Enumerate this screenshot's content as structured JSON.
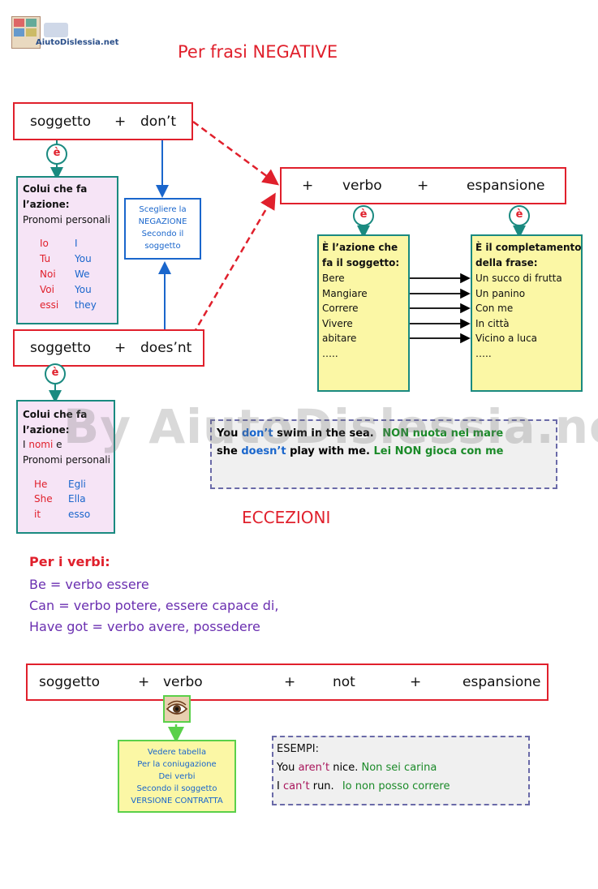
{
  "logo": {
    "text": "AiutoDislessia.net"
  },
  "title": "Per frasi NEGATIVE",
  "watermark": "By AiutoDislessia.net",
  "box1": {
    "soggetto": "soggetto",
    "plus": "+",
    "aux": "don’t"
  },
  "box2": {
    "soggetto": "soggetto",
    "plus": "+",
    "aux": "does’nt"
  },
  "box3": {
    "plus1": "+",
    "verbo": "verbo",
    "plus2": "+",
    "espansione": "espansione"
  },
  "e_marker": "è",
  "pronouns_box": {
    "heading1": "Colui che fa",
    "heading2": "l’azione:",
    "subheading": "Pronomi personali",
    "pairs": [
      [
        "Io",
        "I"
      ],
      [
        "Tu",
        "You"
      ],
      [
        "Noi",
        "We"
      ],
      [
        "Voi",
        "You"
      ],
      [
        "essi",
        "they"
      ]
    ]
  },
  "negation_note": {
    "lines": [
      "Scegliere la",
      "NEGAZIONE",
      "Secondo il",
      "soggetto"
    ]
  },
  "third_person_box": {
    "heading1": "Colui che fa",
    "heading2": "l’azione:",
    "line_prefix": "I ",
    "line_nomi": "nomi",
    "line_suffix": " e",
    "subheading": "Pronomi personali",
    "pairs": [
      [
        "He",
        "Egli"
      ],
      [
        "She",
        "Ella"
      ],
      [
        "it",
        "esso"
      ]
    ]
  },
  "verb_box": {
    "heading1": "È l’azione che",
    "heading2": "fa il soggetto:",
    "items": [
      "Bere",
      "Mangiare",
      "Correre",
      "Vivere",
      "abitare",
      "….."
    ]
  },
  "expansion_box": {
    "heading1": "È il completamento",
    "heading2": "della frase:",
    "items": [
      "Un succo di frutta",
      "Un panino",
      "Con me",
      "In città",
      "Vicino a luca",
      "….."
    ]
  },
  "example1": {
    "l1": {
      "you": "You",
      "dont": "don’t",
      "swim": "swim",
      "in_the": "in the",
      "sea": "sea.",
      "non": "NON",
      "nuota": "nuota",
      "nel_mare": "nel mare"
    },
    "l2": {
      "she": "she",
      "doesnt": "doesn’t",
      "play": "play with me.",
      "lei": "Lei",
      "non": "NON",
      "gioca": "gioca",
      "con_me": "con me"
    }
  },
  "eccezioni": "ECCEZIONI",
  "per_i_verbi": "Per i verbi:",
  "rules": [
    "Be = verbo essere",
    "Can = verbo potere, essere capace di,",
    "Have got = verbo avere, possedere"
  ],
  "box4": {
    "soggetto": "soggetto",
    "plus1": "+",
    "verbo": "verbo",
    "plus2": "+",
    "not": "not",
    "plus3": "+",
    "espansione": "espansione"
  },
  "table_note": {
    "lines": [
      "Vedere tabella",
      "Per la coniugazione",
      "Dei verbi",
      "Secondo il soggetto",
      "VERSIONE CONTRATTA"
    ]
  },
  "esempi": {
    "heading": "ESEMPI:",
    "l1": {
      "you": "You",
      "arent": "aren’t",
      "nice": "nice.",
      "it": "Non sei carina"
    },
    "l2": {
      "i": "I",
      "cant": "can’t",
      "run": "run.",
      "it": "Io non posso correre"
    }
  },
  "colors": {
    "red": "#e0202c",
    "blue": "#1a66cc",
    "teal": "#1a8a80",
    "green": "#1a8a28",
    "purple": "#6a2fb0",
    "pink_bg": "#f6e4f6",
    "yellow_bg": "#fbf7a5"
  }
}
